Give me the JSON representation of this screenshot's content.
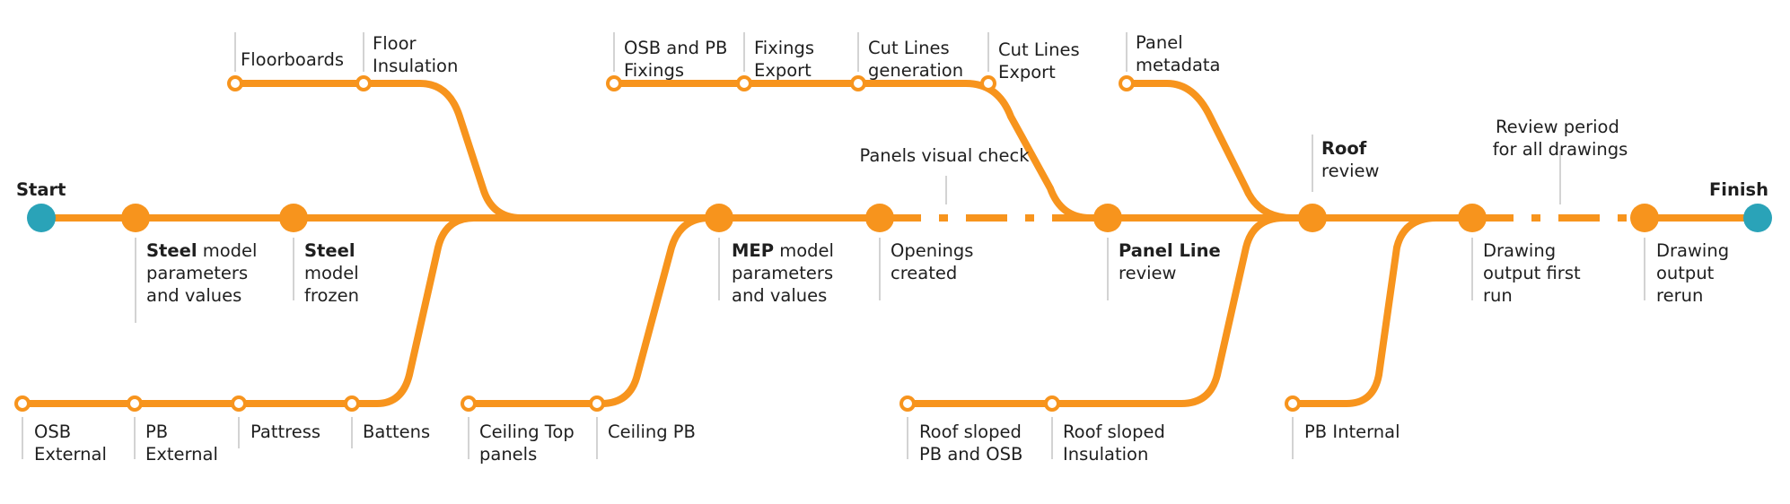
{
  "terminals": {
    "start": "Start",
    "finish": "Finish"
  },
  "milestones": {
    "steel_params": [
      "Steel",
      " model",
      "parameters",
      "and values"
    ],
    "steel_frozen": [
      "Steel",
      " model",
      "frozen"
    ],
    "mep": [
      "MEP",
      " model",
      "parameters",
      "and values"
    ],
    "openings": [
      "Openings",
      "created"
    ],
    "panel_line": [
      "Panel Line",
      "review"
    ],
    "roof_review": [
      "Roof",
      "review"
    ],
    "drawing_first": [
      "Drawing",
      "output first",
      "run"
    ],
    "drawing_rerun": [
      "Drawing",
      "output",
      "rerun"
    ]
  },
  "annotations": {
    "panels_visual_check": "Panels visual check",
    "review_period": [
      "Review period",
      "for all drawings"
    ]
  },
  "upper_branches": {
    "floorboards": [
      "Floorboards"
    ],
    "floor_insulation": [
      "Floor",
      "Insulation"
    ],
    "osb_pb_fixings": [
      "OSB and PB",
      "Fixings"
    ],
    "fixings_export": [
      "Fixings",
      "Export"
    ],
    "cut_lines_generation": [
      "Cut Lines",
      "generation"
    ],
    "cut_lines_export": [
      "Cut Lines",
      "Export"
    ],
    "panel_metadata": [
      "Panel",
      "metadata"
    ]
  },
  "lower_branches": {
    "osb_external": [
      "OSB",
      "External"
    ],
    "pb_external": [
      "PB",
      "External"
    ],
    "pattress": [
      "Pattress"
    ],
    "battens": [
      "Battens"
    ],
    "ceiling_top_panels": [
      "Ceiling Top",
      "panels"
    ],
    "ceiling_pb": [
      "Ceiling PB"
    ],
    "roof_sloped_pb_osb": [
      "Roof sloped",
      "PB and OSB"
    ],
    "roof_sloped_insulation": [
      "Roof sloped",
      "Insulation"
    ],
    "pb_internal": [
      "PB Internal"
    ]
  },
  "colors": {
    "track": "#f7941d",
    "terminal": "#2aa3b8",
    "leader": "#c4c4c4",
    "text": "#1f1f1f"
  }
}
